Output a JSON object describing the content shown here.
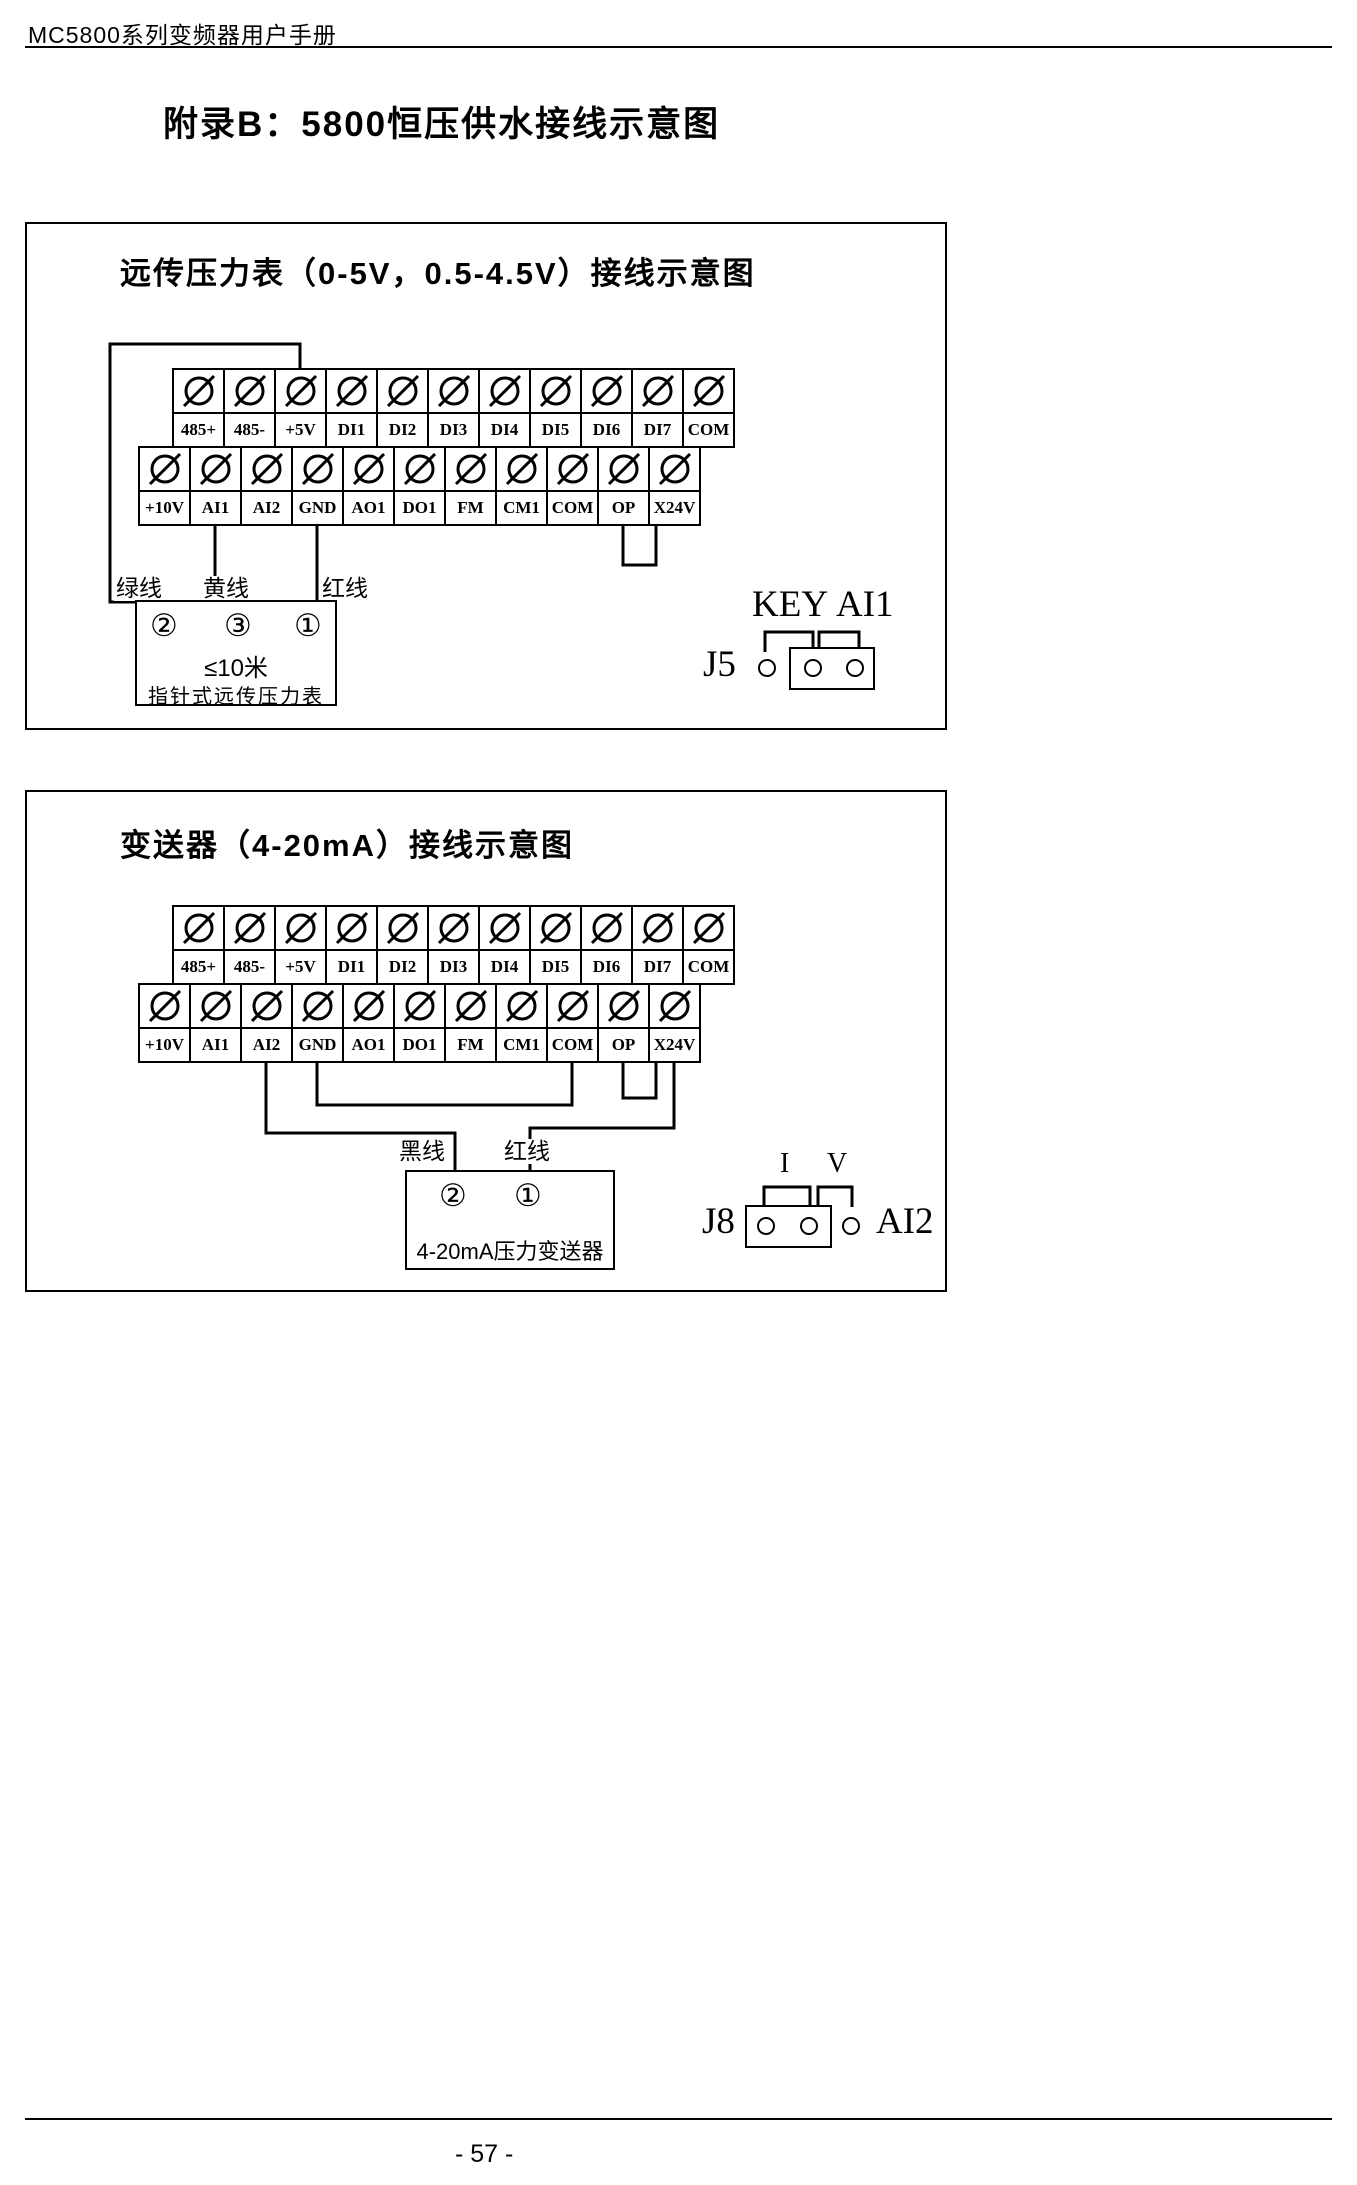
{
  "page": {
    "header_title": "MC5800系列变频器用户手册",
    "main_title": "附录B：5800恒压供水接线示意图",
    "page_number": "- 57 -"
  },
  "terminal_labels": {
    "row1": [
      "485+",
      "485-",
      "+5V",
      "DI1",
      "DI2",
      "DI3",
      "DI4",
      "DI5",
      "DI6",
      "DI7",
      "COM"
    ],
    "row2": [
      "+10V",
      "AI1",
      "AI2",
      "GND",
      "AO1",
      "DO1",
      "FM",
      "CM1",
      "COM",
      "OP",
      "X24V"
    ]
  },
  "diagram1": {
    "title": "远传压力表（0-5V，0.5-4.5V）接线示意图",
    "wire_green": "绿线",
    "wire_yellow": "黄线",
    "wire_red": "红线",
    "gauge": {
      "pin2": "②",
      "pin3": "③",
      "pin1": "①",
      "distance": "≤10米",
      "name": "指针式远传压力表"
    },
    "connector": {
      "label_key": "KEY",
      "label_ai1": "AI1",
      "name": "J5"
    }
  },
  "diagram2": {
    "title": "变送器（4-20mA）接线示意图",
    "wire_black": "黑线",
    "wire_red": "红线",
    "transmitter": {
      "pin2": "②",
      "pin1": "①",
      "name": "4-20mA压力变送器"
    },
    "connector": {
      "label_i": "I",
      "label_v": "V",
      "name": "J8",
      "label_ai2": "AI2"
    }
  }
}
